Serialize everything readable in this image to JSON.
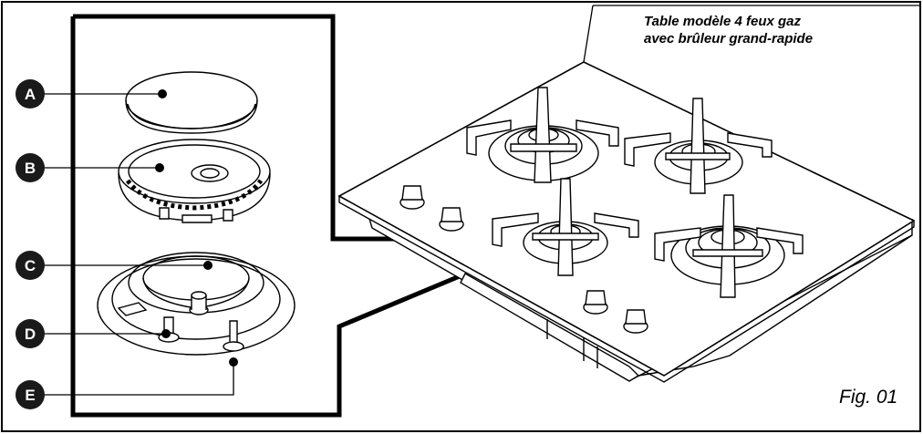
{
  "caption": {
    "line1": "Table modèle 4 feux gaz",
    "line2": "avec brûleur grand-rapide"
  },
  "figure_label": "Fig. 01",
  "parts": [
    {
      "key": "A",
      "label": "A"
    },
    {
      "key": "B",
      "label": "B"
    },
    {
      "key": "C",
      "label": "C"
    },
    {
      "key": "D",
      "label": "D"
    },
    {
      "key": "E",
      "label": "E"
    }
  ],
  "colors": {
    "line": "#000000",
    "background": "#ffffff",
    "badge": "#1a1a1a"
  }
}
